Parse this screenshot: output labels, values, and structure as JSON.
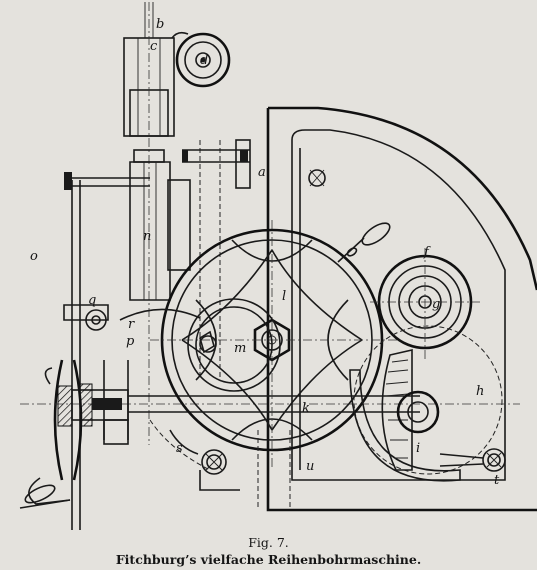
{
  "figure": {
    "number_label": "Fig. 7.",
    "title": "Fitchburg’s vielfache Reihenbohrmaschine."
  },
  "part_labels": {
    "a": "a",
    "b": "b",
    "c": "c",
    "d": "d",
    "f": "f",
    "g": "g",
    "h": "h",
    "i": "i",
    "k": "k",
    "l": "l",
    "m": "m",
    "n": "n",
    "o": "o",
    "p": "p",
    "q": "q",
    "r": "r",
    "s": "s",
    "t": "t",
    "u": "u"
  }
}
